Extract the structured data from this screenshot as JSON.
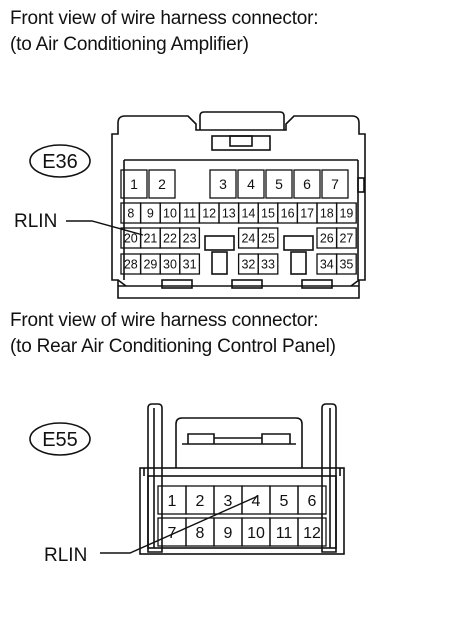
{
  "connector1": {
    "heading_line1": "Front view of wire harness connector:",
    "heading_line2": "(to Air Conditioning Amplifier)",
    "code": "E36",
    "callout_label": "RLIN",
    "row1": [
      "1",
      "2",
      "3",
      "4",
      "5",
      "6",
      "7"
    ],
    "row2": [
      "8",
      "9",
      "10",
      "11",
      "12",
      "13",
      "14",
      "15",
      "16",
      "17",
      "18",
      "19"
    ],
    "row3": [
      "20",
      "21",
      "22",
      "23",
      "24",
      "25",
      "26",
      "27"
    ],
    "row4": [
      "28",
      "29",
      "30",
      "31",
      "32",
      "33",
      "34",
      "35"
    ]
  },
  "connector2": {
    "heading_line1": "Front view of wire harness connector:",
    "heading_line2": "(to Rear Air Conditioning Control Panel)",
    "code": "E55",
    "callout_label": "RLIN",
    "row1": [
      "1",
      "2",
      "3",
      "4",
      "5",
      "6"
    ],
    "row2": [
      "7",
      "8",
      "9",
      "10",
      "11",
      "12"
    ]
  }
}
